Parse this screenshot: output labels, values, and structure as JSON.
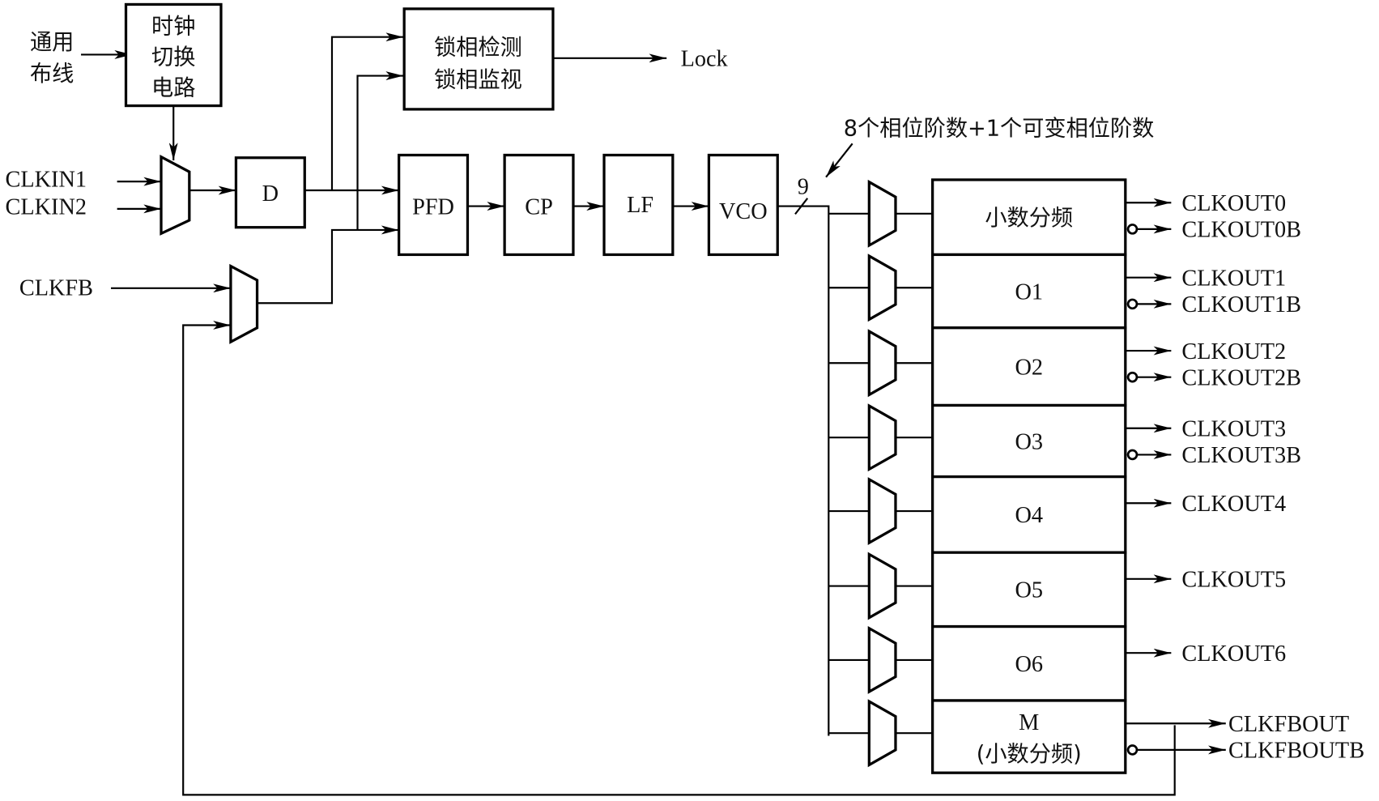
{
  "diagram": {
    "type": "PLL clock management block diagram",
    "inputs": {
      "general_routing": [
        "通用",
        "布线"
      ],
      "clkin1": "CLKIN1",
      "clkin2": "CLKIN2",
      "clkfb": "CLKFB"
    },
    "blocks": {
      "clock_switch": [
        "时钟",
        "切换",
        "电路"
      ],
      "divider_d": "D",
      "lock_detect": [
        "锁相检测",
        "锁相监视"
      ],
      "pfd": "PFD",
      "cp": "CP",
      "lf": "LF",
      "vco": "VCO"
    },
    "lock_output": "Lock",
    "bus_width": "9",
    "phase_annotation": "8个相位阶数+1个可变相位阶数",
    "output_dividers": [
      {
        "label": "小数分频",
        "outputs": [
          "CLKOUT0",
          "CLKOUT0B"
        ]
      },
      {
        "label": "O1",
        "outputs": [
          "CLKOUT1",
          "CLKOUT1B"
        ]
      },
      {
        "label": "O2",
        "outputs": [
          "CLKOUT2",
          "CLKOUT2B"
        ]
      },
      {
        "label": "O3",
        "outputs": [
          "CLKOUT3",
          "CLKOUT3B"
        ]
      },
      {
        "label": "O4",
        "outputs": [
          "CLKOUT4"
        ]
      },
      {
        "label": "O5",
        "outputs": [
          "CLKOUT5"
        ]
      },
      {
        "label": "O6",
        "outputs": [
          "CLKOUT6"
        ]
      },
      {
        "label": [
          "M",
          "(小数分频)"
        ],
        "outputs": [
          "CLKFBOUT",
          "CLKFBOUTB"
        ]
      }
    ]
  }
}
